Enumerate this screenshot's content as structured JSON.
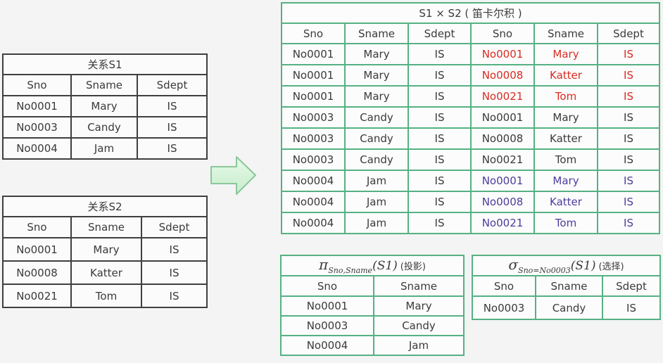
{
  "colors": {
    "green_border": "#55b183",
    "dark_border": "#3f3f3f",
    "text": "#3a3a3a",
    "red_highlight": "#d92b21",
    "purple_highlight": "#4a3d9c",
    "arrow_fill": "#d7f3da",
    "arrow_stroke": "#8cc79a"
  },
  "s1": {
    "title": "关系S1",
    "headers": [
      "Sno",
      "Sname",
      "Sdept"
    ],
    "rows": [
      [
        "No0001",
        "Mary",
        "IS"
      ],
      [
        "No0003",
        "Candy",
        "IS"
      ],
      [
        "No0004",
        "Jam",
        "IS"
      ]
    ]
  },
  "s2": {
    "title": "关系S2",
    "headers": [
      "Sno",
      "Sname",
      "Sdept"
    ],
    "rows": [
      [
        "No0001",
        "Mary",
        "IS"
      ],
      [
        "No0008",
        "Katter",
        "IS"
      ],
      [
        "No0021",
        "Tom",
        "IS"
      ]
    ]
  },
  "product": {
    "title": "S1 × S2 ( 笛卡尔积 )",
    "headers": [
      "Sno",
      "Sname",
      "Sdept",
      "Sno",
      "Sname",
      "Sdept"
    ],
    "rows": [
      [
        "No0001",
        "Mary",
        "IS",
        "No0001",
        "Mary",
        "IS"
      ],
      [
        "No0001",
        "Mary",
        "IS",
        "No0008",
        "Katter",
        "IS"
      ],
      [
        "No0001",
        "Mary",
        "IS",
        "No0021",
        "Tom",
        "IS"
      ],
      [
        "No0003",
        "Candy",
        "IS",
        "No0001",
        "Mary",
        "IS"
      ],
      [
        "No0003",
        "Candy",
        "IS",
        "No0008",
        "Katter",
        "IS"
      ],
      [
        "No0003",
        "Candy",
        "IS",
        "No0021",
        "Tom",
        "IS"
      ],
      [
        "No0004",
        "Jam",
        "IS",
        "No0001",
        "Mary",
        "IS"
      ],
      [
        "No0004",
        "Jam",
        "IS",
        "No0008",
        "Katter",
        "IS"
      ],
      [
        "No0004",
        "Jam",
        "IS",
        "No0021",
        "Tom",
        "IS"
      ]
    ],
    "right_half_colors": [
      "red",
      "red",
      "red",
      "none",
      "none",
      "none",
      "purple",
      "purple",
      "purple"
    ]
  },
  "projection": {
    "formula": {
      "operator": "π",
      "subscript": "Sno,Sname",
      "argument": "(S1)",
      "note": "(投影)"
    },
    "headers": [
      "Sno",
      "Sname"
    ],
    "rows": [
      [
        "No0001",
        "Mary"
      ],
      [
        "No0003",
        "Candy"
      ],
      [
        "No0004",
        "Jam"
      ]
    ]
  },
  "selection": {
    "formula": {
      "operator": "σ",
      "subscript": "Sno=No0003",
      "argument": "(S1)",
      "note": "(选择)"
    },
    "headers": [
      "Sno",
      "Sname",
      "Sdept"
    ],
    "rows": [
      [
        "No0003",
        "Candy",
        "IS"
      ]
    ]
  }
}
